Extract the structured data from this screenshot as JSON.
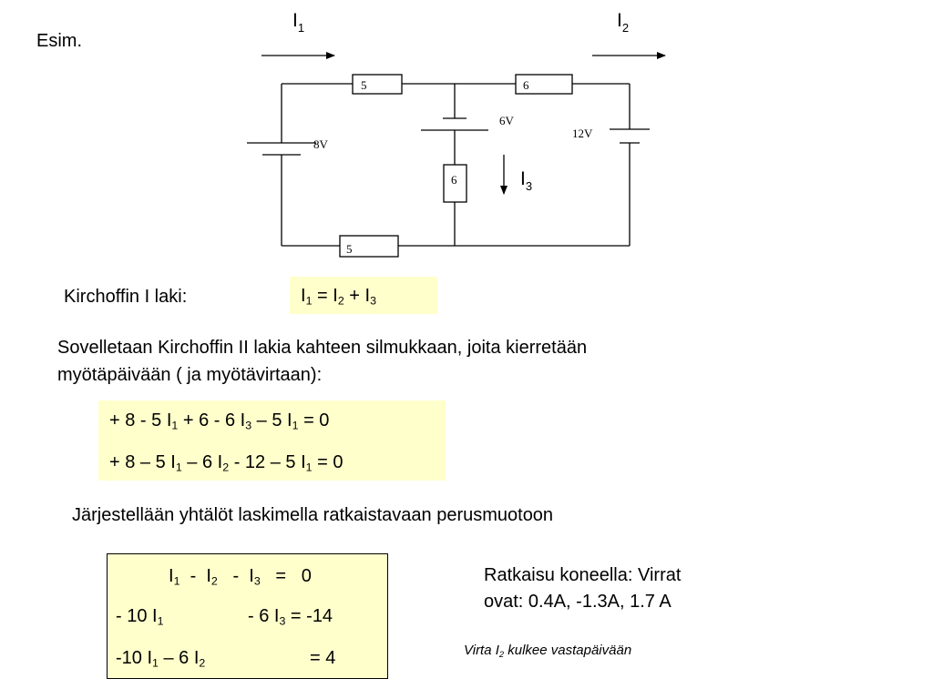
{
  "slide": {
    "example_label": "Esim.",
    "circuit": {
      "current_top_left": {
        "main": "I",
        "sub": "1"
      },
      "current_top_right": {
        "main": "I",
        "sub": "2"
      },
      "current_middle": {
        "main": "I",
        "sub": "3"
      },
      "resistor_top_left": "5",
      "resistor_top_right": "6",
      "resistor_middle": "6",
      "resistor_bottom": "5",
      "battery_left": "8V",
      "battery_middle": "6V",
      "battery_right": "12V"
    },
    "kirchhoff1": {
      "label": "Kirchoffin I laki:",
      "eq": {
        "a": "I",
        "a_sub": "1",
        "b": " = I",
        "b_sub": "2",
        "c": " + I",
        "c_sub": "3"
      }
    },
    "kirchhoff2_intro": {
      "line1": "Sovelletaan Kirchoffin II lakia kahteen silmukkaan, joita kierretään",
      "line2": "myötäpäivään ( ja myötävirtaan):"
    },
    "loop_equations": [
      {
        "p1": "+ 8  - 5 I",
        "s1": "1",
        "p2": " + 6  - 6 I",
        "s2": "3",
        "p3": " – 5 I",
        "s3": "1",
        "p4": " = 0"
      },
      {
        "p1": "+ 8 – 5 I",
        "s1": "1",
        "p2": " – 6 I",
        "s2": "2",
        "p3": "  - 12 – 5 I",
        "s3": "1",
        "p4": " = 0"
      }
    ],
    "arrange_text": "Järjestellään yhtälöt laskimella ratkaistavaan perusmuotoon",
    "system": [
      {
        "p1": "I",
        "s1": "1",
        "p2": "  -  I",
        "s2": "2",
        "p3": "   -  I",
        "s3": "3",
        "p4": "   =   0"
      },
      {
        "p1": "- 10 I",
        "s1": "1",
        "p2": "- 6 I",
        "s2": "3",
        "p3": " = -14"
      },
      {
        "p1": "-10 I",
        "s1": "1",
        "p2": " – 6 I",
        "s2": "2",
        "p3": "= 4"
      }
    ],
    "solution": {
      "line1": "Ratkaisu koneella: Virrat",
      "line2": "ovat:  0.4A, -1.3A, 1.7 A"
    },
    "note": {
      "a": "Virta I",
      "a_sub": "2",
      "b": " kulkee vastapäivään"
    }
  }
}
